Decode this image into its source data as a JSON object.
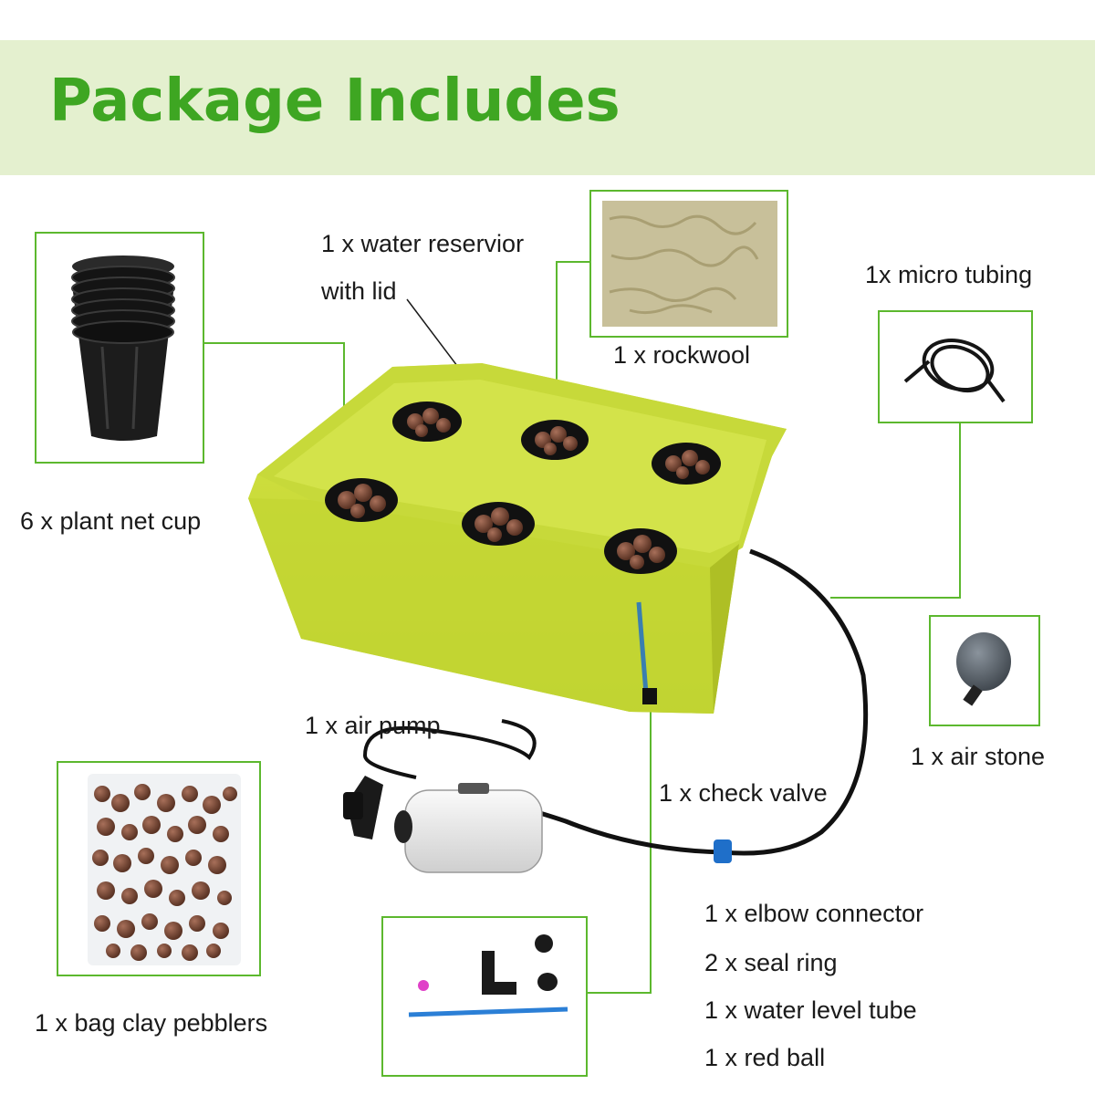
{
  "title": "Package Includes",
  "colors": {
    "accent_green": "#3ea622",
    "banner_bg": "#e4f0cf",
    "frame_green": "#5cb82e",
    "reservoir_yellow": "#ccdf3a"
  },
  "items": {
    "reservoir_line1": "1 x water reservior",
    "reservoir_line2": "with lid",
    "rockwool": "1 x rockwool",
    "micro_tubing": "1x micro tubing",
    "net_cup": "6 x plant net cup",
    "air_stone": "1 x air stone",
    "air_pump": "1 x air pump",
    "check_valve": "1 x check valve",
    "clay_pebbles": "1 x bag clay pebblers",
    "elbow_connector": "1 x elbow connector",
    "seal_ring": "2 x seal ring",
    "water_level_tube": "1 x water level tube",
    "red_ball": "1 x red ball"
  }
}
